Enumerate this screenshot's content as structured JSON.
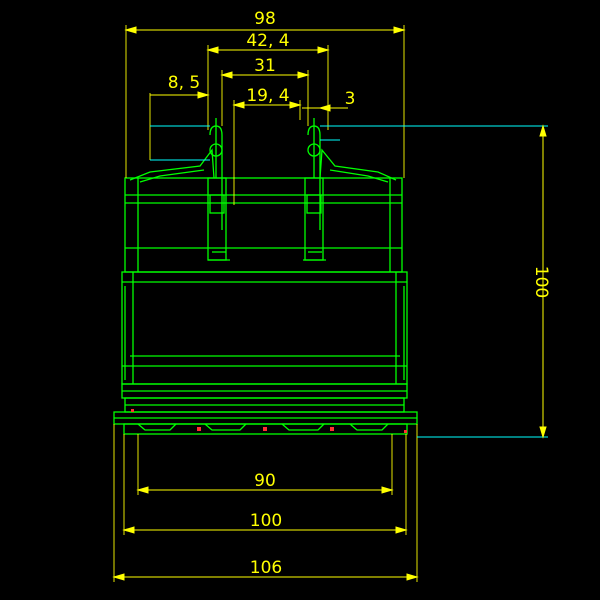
{
  "colors": {
    "background": "#000000",
    "outline": "#00ff00",
    "outline_dark": "#00c000",
    "dimension": "#ffff00",
    "leader": "#00ffff",
    "marker": "#ff3030"
  },
  "dimensions": {
    "top_overall": "98",
    "inner_span": "42, 4",
    "mid_span": "31",
    "left_offset": "8, 5",
    "slot_width": "19, 4",
    "plate_thickness": "3",
    "height": "100",
    "bottom_inner": "90",
    "bottom_mid": "100",
    "bottom_overall": "106"
  }
}
